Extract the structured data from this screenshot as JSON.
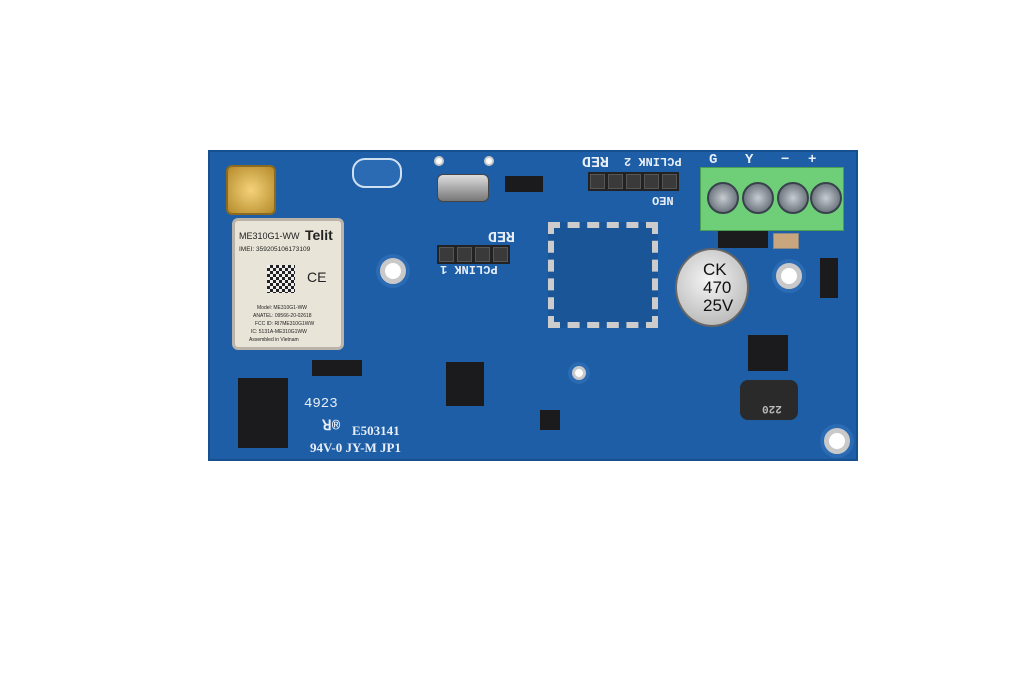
{
  "board": {
    "color": "#1d5ea6",
    "silkscreen": {
      "pclink2": "PCLINK 2",
      "red2": "RED",
      "neo": "NEO",
      "pclink1": "PCLINK 1",
      "red1": "RED",
      "terminals": [
        "G",
        "Y",
        "−",
        "+"
      ],
      "code": "4923",
      "ul_cert": "E503141",
      "rating": "94V-0 JY-M JP1"
    },
    "capacitor": {
      "line1": "CK",
      "line2": "470",
      "line3": "25V"
    },
    "inductor": "220",
    "module": {
      "model": "ME310G1-WW",
      "brand": "Telit",
      "imei": "IMEI: 359205106173109",
      "model_line": "Model: ME310G1-WW",
      "anatel": "ANATEL: 09566-20-02618",
      "fcc": "FCC ID: RI7ME310G1WW",
      "ic": "IC: 5131A-ME310G1WW",
      "assembled": "Assembled in Vietnam"
    }
  }
}
